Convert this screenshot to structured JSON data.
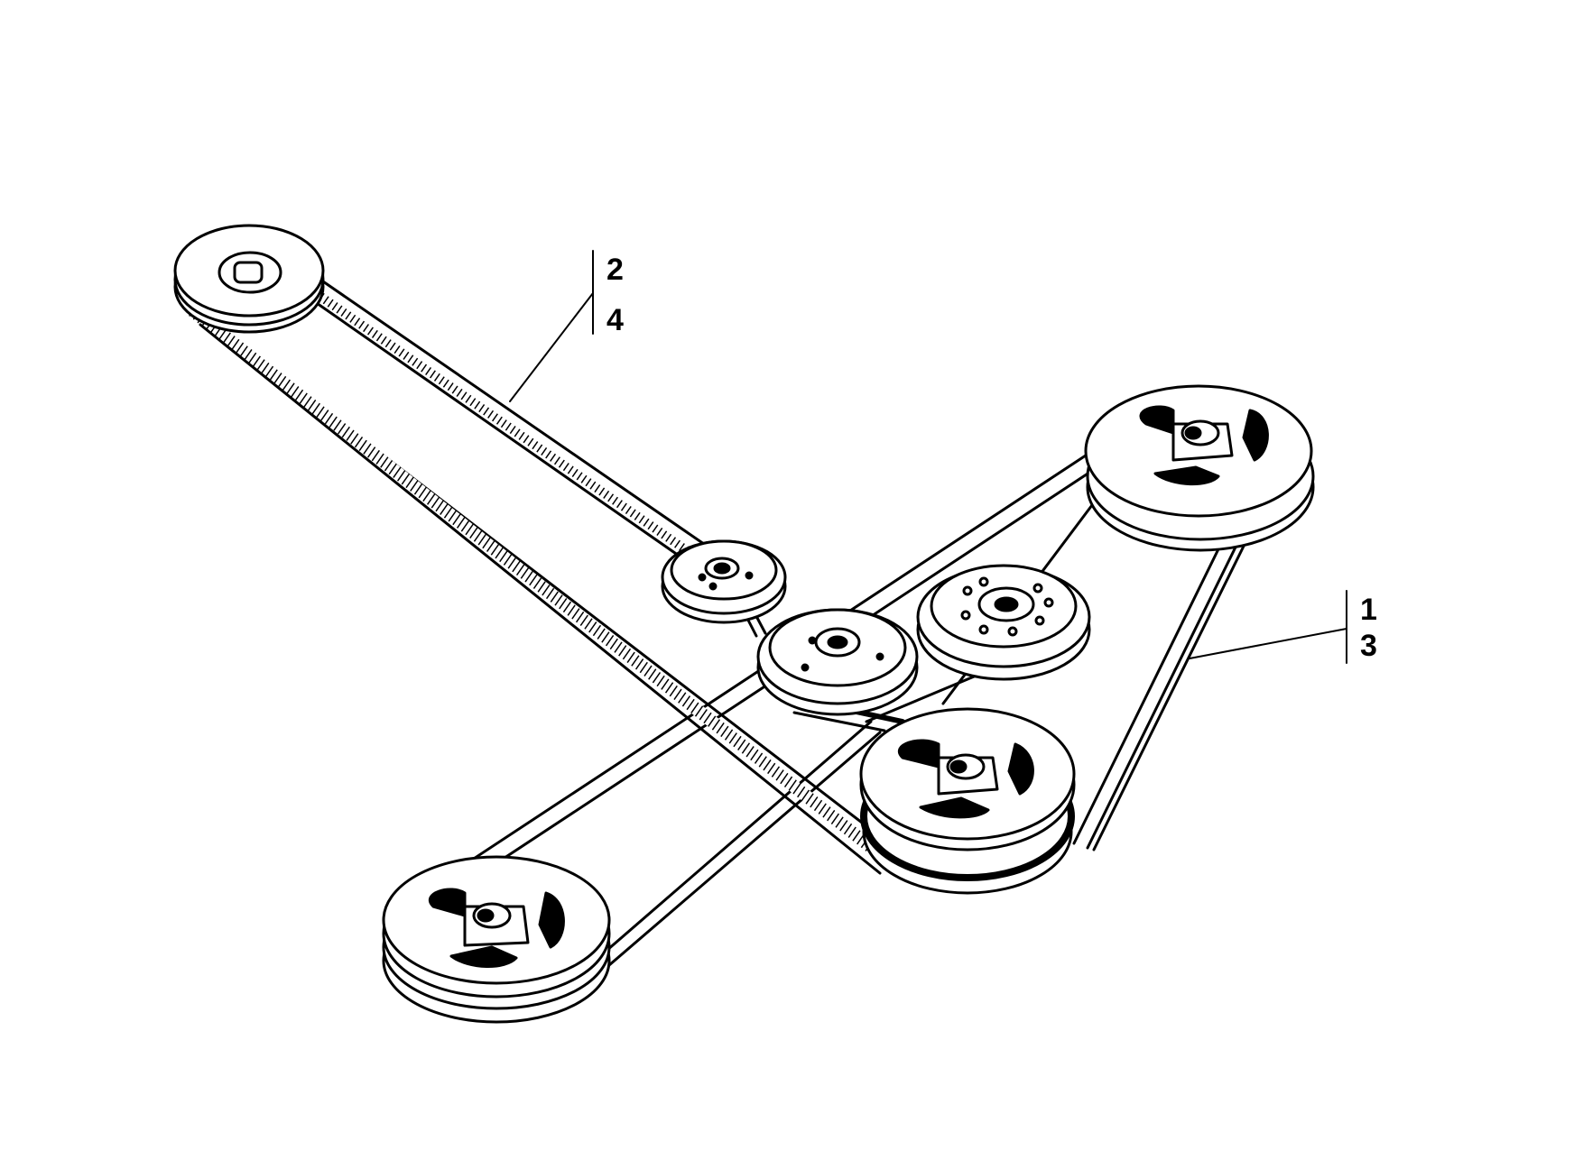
{
  "diagram": {
    "callouts": [
      {
        "id": "group-upper",
        "labels": [
          "2",
          "4"
        ],
        "target": "upper-belt"
      },
      {
        "id": "group-lower",
        "labels": [
          "1",
          "3"
        ],
        "target": "lower-belt"
      }
    ],
    "colors": {
      "line": "#000000",
      "fill": "#ffffff",
      "shade": "#1a1a1a"
    }
  }
}
